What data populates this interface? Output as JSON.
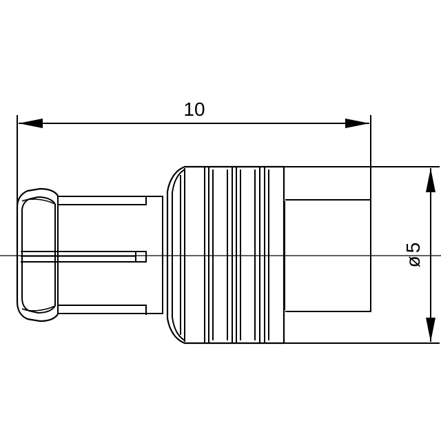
{
  "dimensions": {
    "length_label": "10",
    "diameter_label": "5",
    "diameter_symbol": "ø"
  }
}
